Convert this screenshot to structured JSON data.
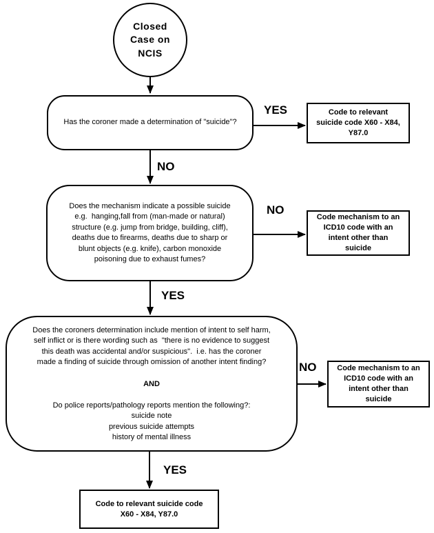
{
  "colors": {
    "stroke": "#000000",
    "background": "#ffffff",
    "text": "#000000"
  },
  "nodes": {
    "start": {
      "label": "Closed\nCase on\nNCIS"
    },
    "q1": {
      "text": "Has the coroner made a determination of \"suicide\"?"
    },
    "q2": {
      "text": "Does the mechanism indicate a possible suicide\ne.g.  hanging,fall from (man-made or natural)\nstructure (e.g. jump from bridge, building, cliff),\ndeaths due to firearms, deaths due to sharp or\nblunt objects (e.g. knife), carbon monoxide\npoisoning due to exhaust fumes?"
    },
    "q3": {
      "part1": "Does the coroners determination include mention of intent to self harm,\nself inflict or is there wording such as  \"there is no evidence to suggest\nthis death was accidental and/or suspicious\".  i.e. has the coroner\nmade a finding of suicide through omission of another intent finding?",
      "and": "AND",
      "part2": "Do police reports/pathology reports mention the following?:\nsuicide note\nprevious suicide attempts\nhistory of mental illness"
    },
    "outcome1": {
      "text": "Code to relevant\nsuicide code X60 - X84,\nY87.0"
    },
    "outcome2": {
      "text": "Code mechanism to an\nICD10 code with an\nintent other than\nsuicide"
    },
    "outcome3": {
      "text": "Code mechanism to an\nICD10 code with an\nintent other than\nsuicide"
    },
    "outcome4": {
      "text": "Code to relevant suicide code\nX60 - X84, Y87.0"
    }
  },
  "edges": {
    "q1_yes": "YES",
    "q1_no": "NO",
    "q2_no": "NO",
    "q2_yes": "YES",
    "q3_no": "NO",
    "q3_yes": "YES"
  }
}
